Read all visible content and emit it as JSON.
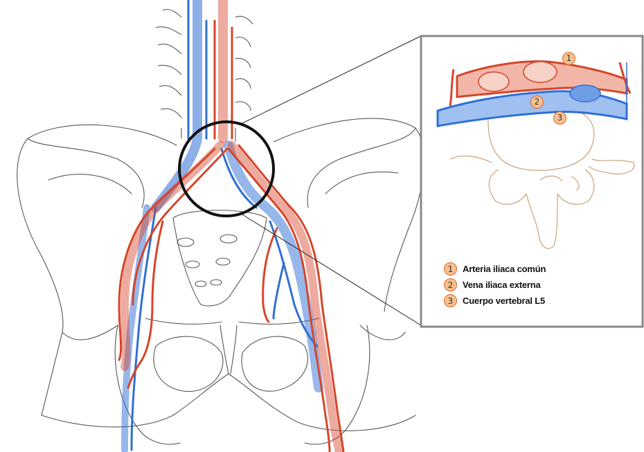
{
  "legend": {
    "items": [
      {
        "num": "1",
        "label": "Arteria iliaca común"
      },
      {
        "num": "2",
        "label": "Vena iliaca externa"
      },
      {
        "num": "3",
        "label": "Cuerpo vertebral L5"
      }
    ]
  },
  "inset_markers": [
    "1",
    "2",
    "3"
  ],
  "colors": {
    "artery": "#d6452a",
    "vein": "#2f6fd6",
    "bone_outline": "#555555",
    "vertebra_outline": "#c8a27a",
    "badge_fill": "#f9c08e",
    "badge_border": "#d9692a"
  }
}
